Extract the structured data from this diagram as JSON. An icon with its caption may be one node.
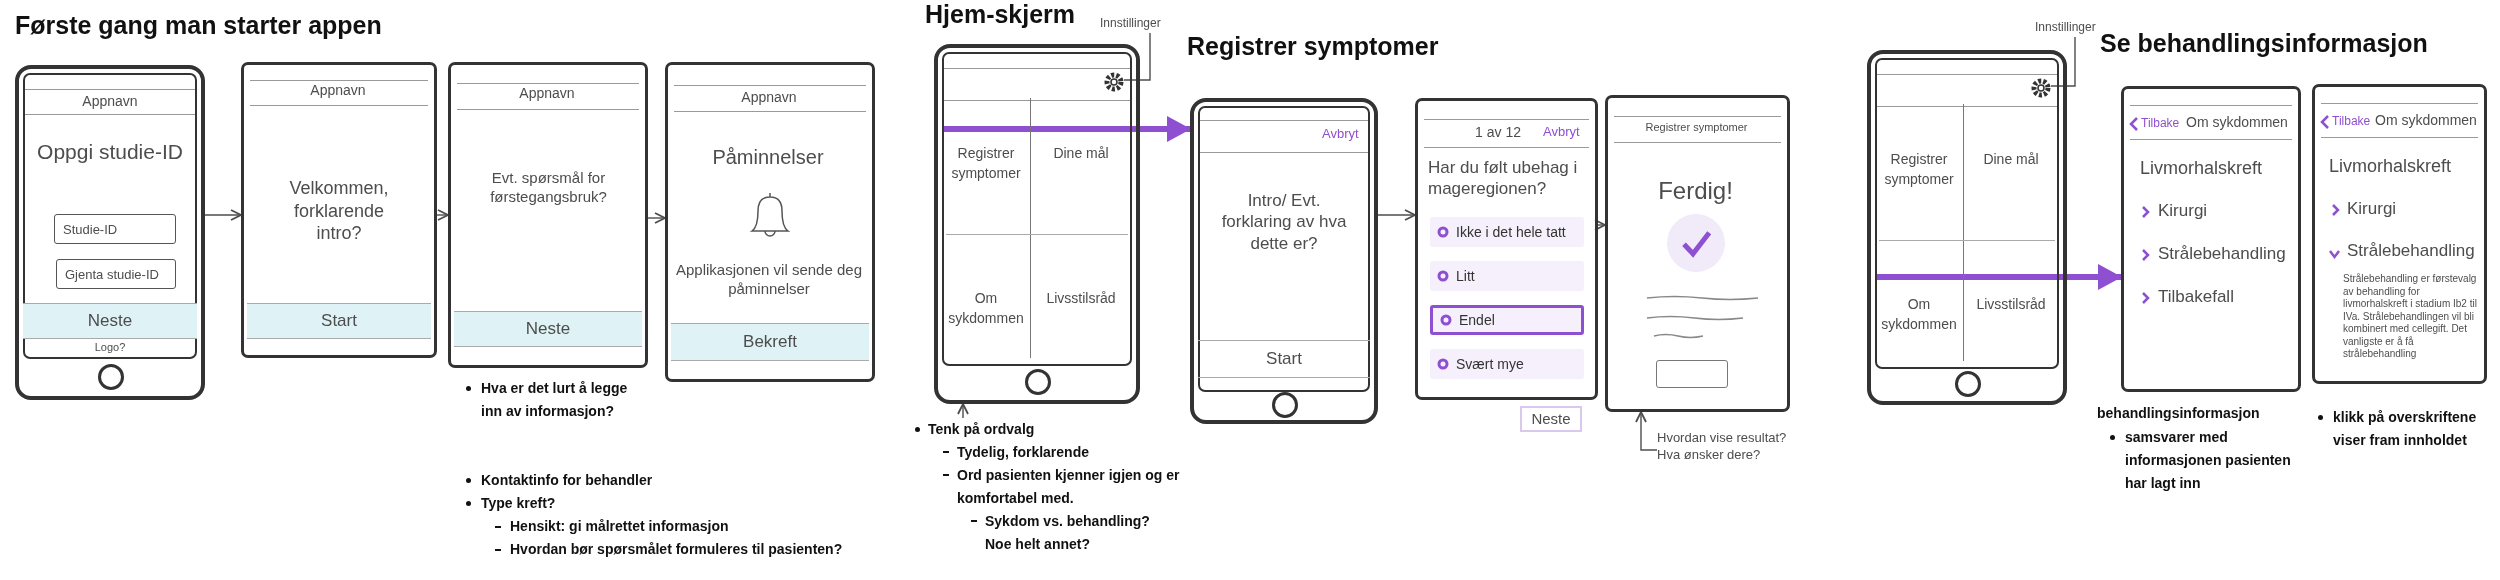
{
  "diagram": {
    "nodes": [
      {
        "text": [
          "Appnavn",
          "Oppgi studie-ID",
          "Logo?"
        ]
      },
      {
        "text": [
          "Studie-ID"
        ],
        "in": 0
      },
      {
        "text": [
          "Gjenta studie-ID"
        ],
        "in": 0
      },
      {
        "text": [
          "Neste"
        ],
        "in": 0
      },
      {
        "text": [
          "Appnavn",
          "Velkommen, forklarende intro?"
        ]
      },
      {
        "text": [
          "Start"
        ],
        "in": 4
      },
      {
        "text": [
          "Appnavn",
          "Evt. spørsmål for førstegangsbruk?"
        ]
      },
      {
        "text": [
          "Neste"
        ],
        "in": 6
      },
      {
        "text": [
          "Appnavn",
          "Påminnelser",
          "Applikasjonen vil sende deg påminnelser"
        ]
      },
      {
        "text": [
          "Bekreft"
        ],
        "in": 8
      },
      {
        "text": [],
        "shape": "box"
      },
      {
        "text": [
          "Registrer symptomer"
        ],
        "in": 10
      },
      {
        "text": [
          "Dine mål"
        ],
        "in": 10
      },
      {
        "text": [
          "Om sykdommen"
        ],
        "in": 10
      },
      {
        "text": [
          "Livsstilsråd"
        ],
        "in": 10
      },
      {
        "text": [],
        "shape": "picture",
        "in": 10
      },
      {
        "text": [
          "Innstillinger"
        ]
      },
      {
        "text": [
          "Avbryt",
          "Intro/ Evt. forklaring av hva dette er?"
        ]
      },
      {
        "text": [
          "Start"
        ],
        "in": 17
      },
      {
        "text": [
          "1 av 12",
          "Avbryt",
          "Har du følt ubehag i mageregionen?"
        ]
      },
      {
        "text": [
          "Ikke i det hele tatt"
        ],
        "in": 19
      },
      {
        "text": [
          "Litt"
        ],
        "in": 19
      },
      {
        "text": [
          "Endel"
        ],
        "in": 19
      },
      {
        "text": [
          "Svært mye"
        ],
        "in": 19
      },
      {
        "text": [
          "Neste"
        ]
      },
      {
        "text": [
          "Registrer symptomer",
          "Ferdig!"
        ]
      },
      {
        "text": [
          "Hvordan vise resultat? Hva ønsker dere?"
        ]
      },
      {
        "text": [],
        "shape": "box"
      },
      {
        "text": [
          "Registrer symptomer"
        ],
        "in": 27
      },
      {
        "text": [
          "Dine mål"
        ],
        "in": 27
      },
      {
        "text": [
          "Om sykdommen"
        ],
        "in": 27
      },
      {
        "text": [
          "Livsstilsråd"
        ],
        "in": 27
      },
      {
        "text": [],
        "shape": "picture",
        "in": 27
      },
      {
        "text": [
          "Innstillinger"
        ]
      },
      {
        "text": [
          "Tilbake",
          "Om sykdommen",
          "Livmorhalskreft",
          "Kirurgi",
          "Strålebehandling",
          "Tilbakefall"
        ]
      },
      {
        "text": [
          "Tilbake",
          "Om sykdommen",
          "Livmorhalskreft",
          "Kirurgi",
          "Strålebehandling",
          "Strålebehandling er førstevalg av behandling for livmorhalskreft i stadium Ib2 til IVa. Strålebehandlingen vil bli kombinert med cellegift. Det vanligste er å få strålebehandling"
        ]
      },
      {
        "text": [
          "Tenk på ordvalg",
          "Tydelig, forklarende",
          "Ord pasienten kjenner igjen og er komfortabel med.",
          "Sykdom vs. behandling? Noe helt annet?"
        ]
      }
    ],
    "edges": [
      {
        "from": 0,
        "to": 4,
        "arrow": "to"
      },
      {
        "from": 4,
        "to": 6,
        "arrow": "to"
      },
      {
        "from": 6,
        "to": 8,
        "arrow": "to"
      },
      {
        "from": 11,
        "to": 17,
        "arrow": "to",
        "style": "thick",
        "color": "#8e4fd0"
      },
      {
        "from": 16,
        "to": 15,
        "arrow": "none"
      },
      {
        "from": 17,
        "to": 19,
        "arrow": "to"
      },
      {
        "from": 19,
        "to": 25,
        "arrow": "to"
      },
      {
        "from": 26,
        "to": 25,
        "arrow": "to"
      },
      {
        "from": 30,
        "to": 34,
        "arrow": "to",
        "style": "thick",
        "color": "#8e4fd0"
      },
      {
        "from": 33,
        "to": 32,
        "arrow": "none"
      },
      {
        "from": 36,
        "to": 10,
        "arrow": "to"
      }
    ],
    "labels": [
      "Første gang man starter appen",
      "Hva er det lurt å legge inn av informasjon?",
      "Kontaktinfo for behandler",
      "Type kreft?",
      "Hensikt: gi målrettet informasjon",
      "Hvordan bør spørsmålet formuleres til pasienten?",
      "Hjem-skjerm",
      "Registrer symptomer",
      "Se behandlingsinformasjon",
      "behandlingsinformasjon",
      "samsvarer med informasjonen pasienten har lagt inn",
      "klikk på overskriftene viser fram innholdet"
    ]
  }
}
